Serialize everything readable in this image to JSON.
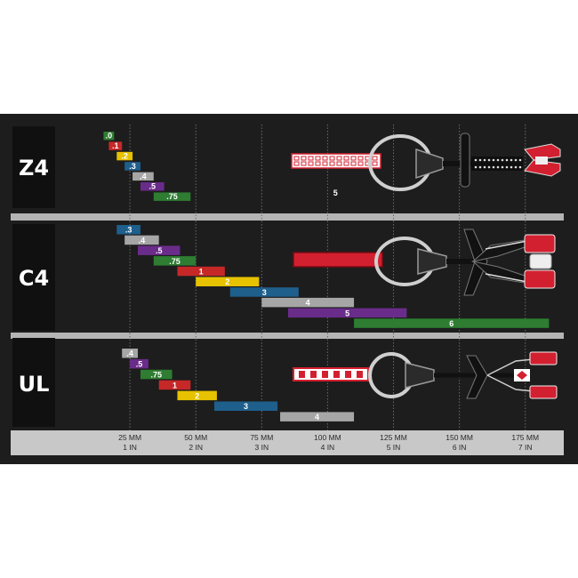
{
  "chart_data": {
    "type": "bar",
    "title": "",
    "xlabel": "",
    "ylabel": "",
    "x_unit": "mm",
    "xlim": [
      0,
      195
    ],
    "grid": true,
    "x_ticks": [
      {
        "value": 25,
        "mm_label": "25 MM",
        "in_label": "1 IN"
      },
      {
        "value": 50,
        "mm_label": "50 MM",
        "in_label": "2 IN"
      },
      {
        "value": 75,
        "mm_label": "75 MM",
        "in_label": "3 IN"
      },
      {
        "value": 100,
        "mm_label": "100 MM",
        "in_label": "4 IN"
      },
      {
        "value": 125,
        "mm_label": "125 MM",
        "in_label": "5 IN"
      },
      {
        "value": 150,
        "mm_label": "150 MM",
        "in_label": "6 IN"
      },
      {
        "value": 175,
        "mm_label": "175 MM",
        "in_label": "7 IN"
      }
    ],
    "groups": [
      {
        "name": "Z4",
        "bars": [
          {
            "label": ".0",
            "start": 15,
            "end": 19,
            "color": "#2e7d32"
          },
          {
            "label": ".1",
            "start": 17,
            "end": 22,
            "color": "#c62828"
          },
          {
            "label": ".2",
            "start": 20,
            "end": 26,
            "color": "#e6c200"
          },
          {
            "label": ".3",
            "start": 23,
            "end": 29,
            "color": "#1e5f8c"
          },
          {
            "label": ".4",
            "start": 26,
            "end": 34,
            "color": "#a6a6a6"
          },
          {
            "label": ".5",
            "start": 29,
            "end": 38,
            "color": "#6a2c8a"
          },
          {
            "label": ".75",
            "start": 34,
            "end": 48,
            "color": "#2e7d32"
          }
        ],
        "free_labels": [
          {
            "text": "5",
            "x": 103
          }
        ]
      },
      {
        "name": "C4",
        "bars": [
          {
            "label": ".3",
            "start": 20,
            "end": 29,
            "color": "#1e5f8c"
          },
          {
            "label": ".4",
            "start": 23,
            "end": 36,
            "color": "#a6a6a6"
          },
          {
            "label": ".5",
            "start": 28,
            "end": 44,
            "color": "#6a2c8a"
          },
          {
            "label": ".75",
            "start": 34,
            "end": 50,
            "color": "#2e7d32"
          },
          {
            "label": "1",
            "start": 43,
            "end": 61,
            "color": "#c62828"
          },
          {
            "label": "2",
            "start": 50,
            "end": 74,
            "color": "#e6c200"
          },
          {
            "label": "3",
            "start": 63,
            "end": 89,
            "color": "#1e5f8c"
          },
          {
            "label": "4",
            "start": 75,
            "end": 110,
            "color": "#a6a6a6"
          },
          {
            "label": "5",
            "start": 85,
            "end": 130,
            "color": "#6a2c8a"
          },
          {
            "label": "6",
            "start": 110,
            "end": 184,
            "color": "#2e7d32"
          }
        ],
        "free_labels": []
      },
      {
        "name": "UL",
        "bars": [
          {
            "label": ".4",
            "start": 22,
            "end": 28,
            "color": "#a6a6a6"
          },
          {
            "label": ".5",
            "start": 25,
            "end": 32,
            "color": "#6a2c8a"
          },
          {
            "label": ".75",
            "start": 29,
            "end": 41,
            "color": "#2e7d32"
          },
          {
            "label": "1",
            "start": 36,
            "end": 48,
            "color": "#c62828"
          },
          {
            "label": "2",
            "start": 43,
            "end": 58,
            "color": "#e6c200"
          },
          {
            "label": "3",
            "start": 57,
            "end": 81,
            "color": "#1e5f8c"
          },
          {
            "label": "4",
            "start": 82,
            "end": 110,
            "color": "#a6a6a6"
          }
        ],
        "free_labels": []
      }
    ]
  },
  "colors": {
    "panel_background": "#1d1d1d",
    "separator": "#b4b4b4",
    "axis_band": "#c8c8c8",
    "label_box": "#101010",
    "grid": "#6a6a6a",
    "cam_red": "#d32030",
    "sling_gray": "#cfcfcf"
  },
  "illustrations": [
    {
      "group": "Z4",
      "icon": "z4-cam-icon"
    },
    {
      "group": "C4",
      "icon": "c4-cam-icon"
    },
    {
      "group": "UL",
      "icon": "ul-cam-icon"
    }
  ]
}
